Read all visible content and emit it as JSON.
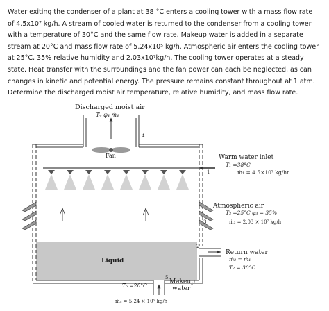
{
  "problem": {
    "lines": [
      "Water exiting the condenser of a plant at 38 °C enters a cooling tower with a mass flow rate",
      "of 4.5x10⁷ kg/h. A stream of cooled water is returned to the condenser from a cooling tower",
      "with a temperature of 30°C and the same flow rate. Makeup water is added in a separate",
      "stream at 20°C and mass flow rate of 5.24x10⁵ kg/h. Atmospheric air enters the cooling tower",
      "at 25°C, 35% relative humidity and 2.03x10⁷kg/h. The cooling tower operates at a steady",
      "state. Heat transfer with the surroundings and the fan power can each be neglected, as can",
      "changes in kinetic and potential energy. The pressure remains constant throughout at 1 atm.",
      "Determine the discharged moist air temperature, relative humidity, and mass flow rate."
    ]
  },
  "diagram": {
    "discharged": {
      "title": "Discharged moist air",
      "props": "T₄   φ₄  ṁ₄",
      "state": "4"
    },
    "fan_label": "Fan",
    "warm_inlet": {
      "title": "Warm water inlet",
      "temp": "T₁ =38°C",
      "state": "1",
      "flow": "ṁ₁ = 4.5×10⁷ kg/hr"
    },
    "atm_air": {
      "title": "Atmospheric air",
      "props": "T₃ =25°C   φ₃ = 35%",
      "flow": "ṁ₃ = 2.03 × 10⁷ kg/h",
      "state": "3"
    },
    "return_water": {
      "state": "2",
      "title": "Return water",
      "flow": "ṁ₂ = ṁ₁",
      "temp": "T₂ = 30°C"
    },
    "liquid_label": "Liquid",
    "makeup": {
      "state": "5",
      "title_1": "Makeup",
      "title_2": "water",
      "temp": "T₅ =20°C",
      "flow": "ṁ₅ = 5.24 × 10⁵ kg/h"
    },
    "colors": {
      "liquid": "#c8c8c8",
      "pipe": "#8a8a8a",
      "spray": "#d2d2d2",
      "line": "#333333"
    }
  }
}
